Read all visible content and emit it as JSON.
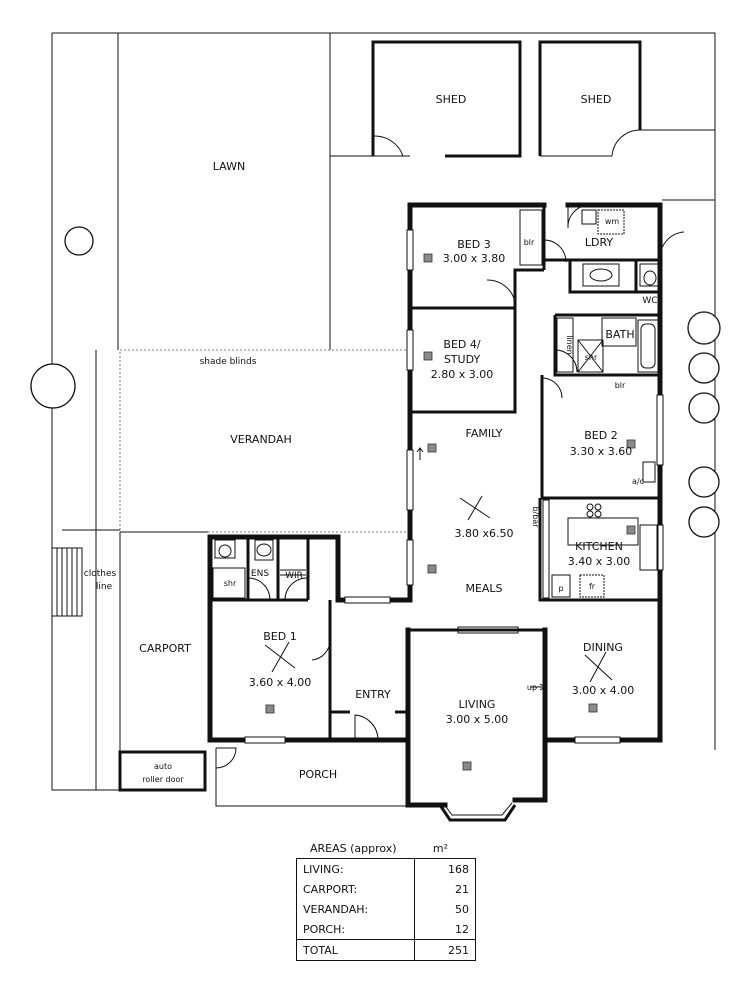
{
  "labels": {
    "lawn": "LAWN",
    "shed_left": "SHED",
    "shed_right": "SHED",
    "shade_blinds": "shade blinds",
    "verandah": "VERANDAH",
    "clothes_line": [
      "clothes",
      "line"
    ],
    "carport": "CARPORT",
    "auto_roller_door": [
      "auto",
      "roller door"
    ],
    "porch": "PORCH",
    "entry": "ENTRY",
    "bed3": [
      "BED 3",
      "3.00 x 3.80"
    ],
    "blr_bed3": "blr",
    "ldry": "LDRY",
    "wm": "wm",
    "wc": "WC",
    "bed4": [
      "BED 4/",
      "STUDY",
      "2.80 x 3.00"
    ],
    "bath": "BATH",
    "linen": "linen",
    "shr_bath": "shr",
    "blr_bed2": "blr",
    "family": "FAMILY",
    "bed2": [
      "BED 2",
      "3.30 x 3.60"
    ],
    "ac": "a/c",
    "bbar": "b/bar",
    "family_meals_dim": "3.80 x6.50",
    "kitchen": [
      "KITCHEN",
      "3.40 x 3.00"
    ],
    "p": "p",
    "fr": "fr",
    "meals": "MEALS",
    "ens": "ENS",
    "wir": "WIR",
    "shr_ens": "shr",
    "bed1": [
      "BED 1",
      "3.60 x 4.00"
    ],
    "living": [
      "LIVING",
      "3.00 x 5.00"
    ],
    "dining": [
      "DINING",
      "3.00 x 4.00"
    ],
    "up": "up"
  },
  "areas": {
    "title": "AREAS (approx)",
    "unit": "m²",
    "rows": [
      {
        "name": "LIVING:",
        "value": "168"
      },
      {
        "name": "CARPORT:",
        "value": "21"
      },
      {
        "name": "VERANDAH:",
        "value": "50"
      },
      {
        "name": "PORCH:",
        "value": "12"
      }
    ],
    "total": {
      "name": "TOTAL",
      "value": "251"
    }
  }
}
